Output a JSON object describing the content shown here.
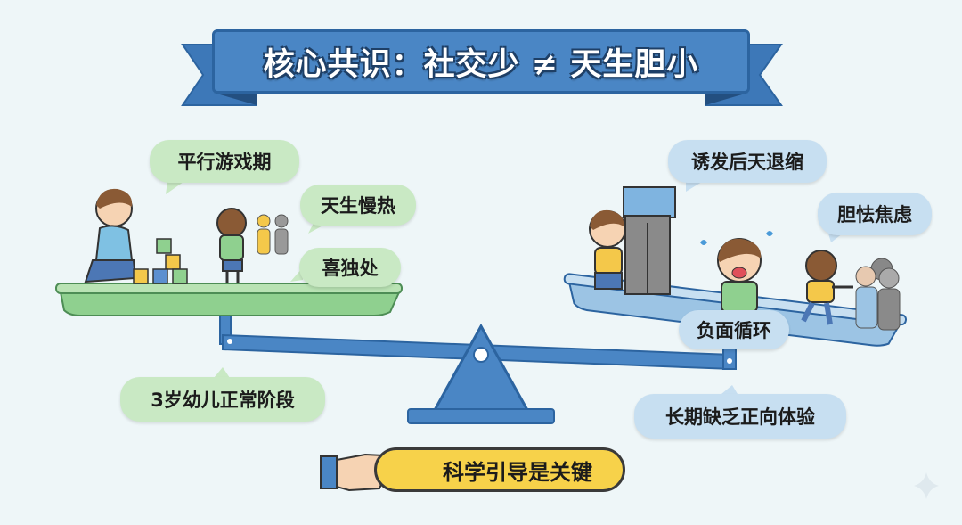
{
  "title": "核心共识：社交少 ≠ 天生胆小",
  "left": {
    "bubbles": [
      "平行游戏期",
      "天生慢热",
      "喜独处"
    ],
    "summary": "3岁幼儿正常阶段",
    "color": "#c9e9c4"
  },
  "right": {
    "bubbles": [
      "诱发后天退缩",
      "胆怯焦虑",
      "负面循环"
    ],
    "summary": "长期缺乏正向体验",
    "color": "#c7dff1"
  },
  "key_message": "科学引导是关键",
  "colors": {
    "banner": "#4a86c5",
    "key": "#f7d24a",
    "background": "#eef6f8"
  }
}
